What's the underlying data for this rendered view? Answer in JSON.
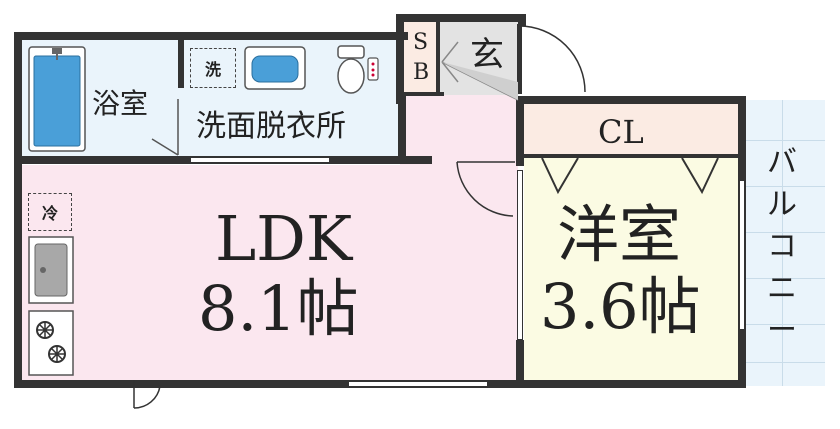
{
  "rooms": {
    "bath": "浴室",
    "washroom": "洗面脱衣所",
    "ldk_name": "LDK",
    "ldk_size": "8.1帖",
    "western_name": "洋室",
    "western_size": "3.6帖",
    "closet": "CL",
    "entrance": "玄",
    "shoe_box_s": "S",
    "shoe_box_b": "B",
    "balcony_chars": [
      "バ",
      "ル",
      "コ",
      "ニ",
      "ー"
    ]
  },
  "fixtures": {
    "washer_mark": "洗",
    "fridge_mark": "冷"
  },
  "colors": {
    "wall": "#333333",
    "ldk": "#fbe7ef",
    "western": "#fbfbe3",
    "bath": "#eaf4fb",
    "closet": "#fbebe3"
  }
}
